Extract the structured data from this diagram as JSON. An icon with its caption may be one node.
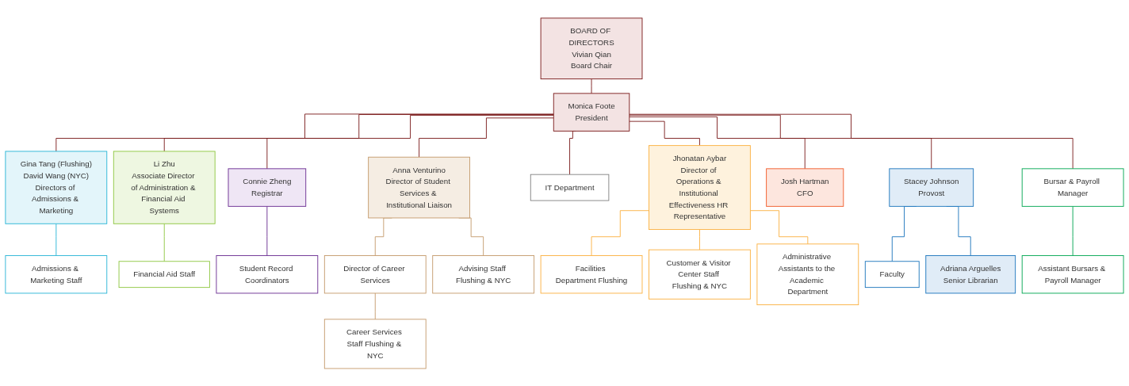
{
  "diagram": {
    "nodes": [
      {
        "text": [
          "BOARD OF DIRECTORS",
          "Vivian Qian",
          "Board Chair"
        ]
      },
      {
        "text": [
          "Monica Foote",
          "President"
        ]
      },
      {
        "text": [
          "Gina Tang (Flushing)",
          "David Wang (NYC)",
          "Directors of Admissions & Marketing"
        ]
      },
      {
        "text": [
          "Admissions & Marketing Staff"
        ]
      },
      {
        "text": [
          "Li Zhu",
          "Associate Director of Administration & Financial Aid Systems"
        ]
      },
      {
        "text": [
          "Financial Aid Staff"
        ]
      },
      {
        "text": [
          "Connie Zheng",
          "Registrar"
        ]
      },
      {
        "text": [
          "Student Record Coordinators"
        ]
      },
      {
        "text": [
          "Anna Venturino",
          "Director of Student Services & Institutional Liaison"
        ]
      },
      {
        "text": [
          "Director of Career Services"
        ]
      },
      {
        "text": [
          "Career Services Staff Flushing & NYC"
        ]
      },
      {
        "text": [
          "Advising Staff Flushing & NYC"
        ]
      },
      {
        "text": [
          "IT Department"
        ]
      },
      {
        "text": [
          "Jhonatan Aybar",
          "Director of Operations & Institutional Effectiveness HR Representative"
        ]
      },
      {
        "text": [
          "Facilities Department Flushing"
        ]
      },
      {
        "text": [
          "Customer & Visitor Center Staff Flushing & NYC"
        ]
      },
      {
        "text": [
          "Administrative Assistants to the Academic Department"
        ]
      },
      {
        "text": [
          "Josh Hartman",
          "CFO"
        ]
      },
      {
        "text": [
          "Stacey Johnson",
          "Provost"
        ]
      },
      {
        "text": [
          "Faculty"
        ]
      },
      {
        "text": [
          "Adriana Arguelles",
          "Senior Librarian"
        ]
      },
      {
        "text": [
          "Bursar & Payroll Manager"
        ]
      },
      {
        "text": [
          "Assistant Bursars & Payroll Manager"
        ]
      }
    ],
    "edges": [
      {
        "from": 0,
        "to": 1,
        "arrow": "none"
      },
      {
        "from": 1,
        "to": 2,
        "arrow": "none"
      },
      {
        "from": 1,
        "to": 4,
        "arrow": "none"
      },
      {
        "from": 1,
        "to": 6,
        "arrow": "none"
      },
      {
        "from": 1,
        "to": 8,
        "arrow": "none"
      },
      {
        "from": 1,
        "to": 12,
        "arrow": "none"
      },
      {
        "from": 1,
        "to": 13,
        "arrow": "none"
      },
      {
        "from": 1,
        "to": 17,
        "arrow": "none"
      },
      {
        "from": 1,
        "to": 18,
        "arrow": "none"
      },
      {
        "from": 1,
        "to": 21,
        "arrow": "none"
      },
      {
        "from": 2,
        "to": 3,
        "arrow": "none",
        "color": "#29b5d6"
      },
      {
        "from": 4,
        "to": 5,
        "arrow": "none",
        "color": "#8dc63f"
      },
      {
        "from": 6,
        "to": 7,
        "arrow": "none",
        "color": "#6a2c91"
      },
      {
        "from": 8,
        "to": 9,
        "arrow": "none",
        "color": "#c49a6c"
      },
      {
        "from": 8,
        "to": 11,
        "arrow": "none",
        "color": "#c49a6c"
      },
      {
        "from": 9,
        "to": 10,
        "arrow": "none",
        "color": "#c49a6c"
      },
      {
        "from": 13,
        "to": 14,
        "arrow": "none",
        "color": "#fbb040"
      },
      {
        "from": 13,
        "to": 15,
        "arrow": "none",
        "color": "#fbb040"
      },
      {
        "from": 13,
        "to": 16,
        "arrow": "none",
        "color": "#fbb040"
      },
      {
        "from": 18,
        "to": 19,
        "arrow": "none",
        "color": "#1b75bc"
      },
      {
        "from": 18,
        "to": 20,
        "arrow": "none",
        "color": "#1b75bc"
      },
      {
        "from": 21,
        "to": 22,
        "arrow": "none",
        "color": "#00a651"
      }
    ]
  }
}
